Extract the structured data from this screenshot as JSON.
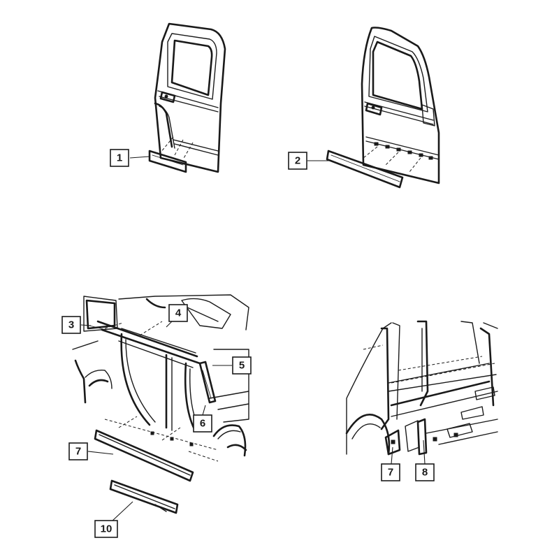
{
  "callouts": {
    "c1": "1",
    "c2": "2",
    "c3": "3",
    "c4": "4",
    "c5": "5",
    "c6": "6",
    "c7a": "7",
    "c7b": "7",
    "c8": "8",
    "c10": "10"
  }
}
